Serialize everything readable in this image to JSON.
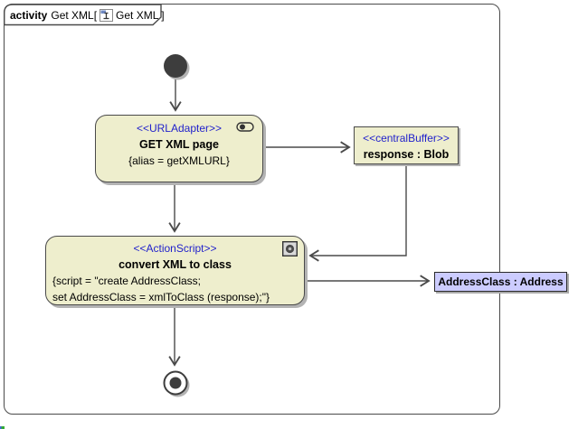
{
  "colors": {
    "node_fill": "#EEEECD",
    "node_border": "#4A4A4A",
    "stereotype_text": "#2222CC",
    "object_node_fill": "#CCCCFF",
    "shadow": "#B3B3B3",
    "edge": "#4A4A4A",
    "control_node_fill": "#3D3D3D"
  },
  "frame": {
    "kind": "activity",
    "title_name": "Get XML[",
    "title_diagram": "Get XML ]",
    "icon": "activity-diagram-icon"
  },
  "nodes": {
    "action_get_xml": {
      "stereotype": "<<URLAdapter>>",
      "name": "GET XML page",
      "property": "{alias = getXMLURL}",
      "icon": "behavior-pill-icon"
    },
    "buffer_response": {
      "stereotype": "<<centralBuffer>>",
      "name": "response : Blob"
    },
    "action_convert": {
      "stereotype": "<<ActionScript>>",
      "name": "convert XML to class",
      "script_line_1": "{script = \"create AddressClass;",
      "script_line_2": "set AddressClass = xmlToClass (response);\"}",
      "icon": "media-lens-icon"
    },
    "object_address": {
      "name": "AddressClass : Address"
    }
  }
}
